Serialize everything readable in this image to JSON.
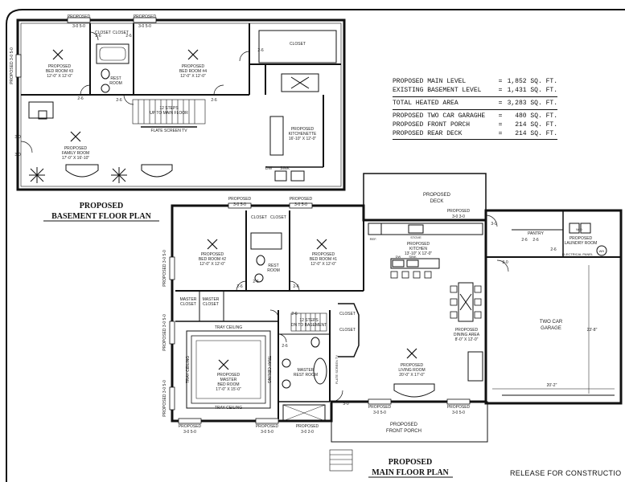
{
  "basement": {
    "title_line1": "PROPOSED",
    "title_line2": "BASEMENT FLOOR PLAN",
    "rooms": {
      "bed3": [
        "PROPOSED",
        "BED ROOM #3",
        "12'-0\" X 12'-0\""
      ],
      "bed4": [
        "PROPOSED",
        "BED ROOM #4",
        "12'-0\" X 12'-0\""
      ],
      "family": [
        "PROPOSED",
        "FAMILY ROOM",
        "17'-0\" X 16'-10\""
      ],
      "kitchenette": [
        "PROPOSED",
        "KITCHENETTE",
        "16'-10\" X 12'-0\""
      ],
      "rest": [
        "REST",
        "ROOM"
      ],
      "stairs": [
        "12 STEPS",
        "UP TO MAIN FLOOR"
      ],
      "closet_a": "CLOSET",
      "closet_b": "CLOSET",
      "closet_big": "CLOSET",
      "flat_tv": "FLATE SCREEN TV",
      "dw": "DW",
      "sink": "SINK"
    },
    "windows": {
      "top1": [
        "PROPOSED",
        "3-0 5-0"
      ],
      "top2": [
        "PROPOSED",
        "3-0 5-0"
      ],
      "left": "PROPOSED 3-0 5-0"
    },
    "doors": {
      "d1": "2-6",
      "d2": "2-6",
      "d3": "2-6",
      "d4": "2-6",
      "d5": "2-6",
      "d6": "2-6",
      "ext1": "3-0",
      "ext2": "3-0"
    }
  },
  "main": {
    "title_line1": "PROPOSED",
    "title_line2": "MAIN FLOOR PLAN",
    "rooms": {
      "deck": [
        "PROPOSED",
        "DECK"
      ],
      "bed1": [
        "PROPOSED",
        "BED ROOM #1",
        "12'-0\" X 12'-0\""
      ],
      "bed2": [
        "PROPOSED",
        "BED ROOM #2",
        "12'-0\" X 12'-0\""
      ],
      "kitchen": [
        "PROPOSED",
        "KITCHEN",
        "13'-10\" X 12'-0\""
      ],
      "dining": [
        "PROPOSED",
        "DINING AREA",
        "8'-0\" X 12'-0\""
      ],
      "living": [
        "PROPOSED",
        "LIVING ROOM",
        "20'-0\" X 17'-0\""
      ],
      "master": [
        "PROPOSED",
        "MASTER",
        "BED ROOM",
        "17'-0\" X 15'-0\""
      ],
      "master_rest": [
        "MASTER",
        "REST ROOM"
      ],
      "rest": [
        "REST",
        "ROOM"
      ],
      "pantry": "PANTRY",
      "laundry": [
        "PROPOSED",
        "LAUNDRY ROOM"
      ],
      "garage": [
        "TWO CAR",
        "GARAGE"
      ],
      "porch": [
        "PROPOSED",
        "FRONT PORCH"
      ],
      "stairs": [
        "12 STEPS",
        "DN TO BASEMENT"
      ],
      "master_closet1": [
        "MASTER",
        "CLOSET"
      ],
      "master_closet2": [
        "MASTER",
        "CLOSET"
      ],
      "closet1": "CLOSET",
      "closet2": "CLOSET",
      "closet3": "CLOSET",
      "closet4": "CLOSET",
      "tray_top": "TRAY CEILING",
      "tray_bottom": "TRAY CEILING",
      "tray_left": "TRAY CEILING",
      "tray_right": "TRAY CEILING",
      "electrical": "ELECTRICAL PANEL",
      "wh": "WH",
      "wd": "W D",
      "stove": "STOVE",
      "dw": "DW",
      "sink": "SINK",
      "ref": "REF.",
      "fireplace": "FLATE SCREEN TV"
    },
    "dims": {
      "garage_w": "20'-2\"",
      "garage_h": "23'-8\""
    },
    "windows": {
      "w1": [
        "PROPOSED",
        "3-0 5-0"
      ],
      "w2": [
        "PROPOSED",
        "3-0 5-0"
      ],
      "w3": [
        "PROPOSED",
        "3-0 5-0"
      ],
      "w4": [
        "PROPOSED",
        "3-0 5-0"
      ],
      "w5": [
        "PROPOSED",
        "3-0 5-0"
      ],
      "w6": [
        "PROPOSED",
        "3-0 5-0"
      ],
      "w7": [
        "PROPOSED",
        "3-0 2-0"
      ],
      "w8": [
        "PROPOSED",
        "3-0 3-0"
      ],
      "left1": "PROPOSED 3-0 5-0",
      "left2": "PROPOSED 3-0 5-0",
      "left3": "PROPOSED 3-0 5-0"
    },
    "doors": {
      "d26": "2-6",
      "d30": "3-0"
    }
  },
  "stats": [
    {
      "label": "PROPOSED MAIN LEVEL",
      "eq": "=",
      "value": "1,852 SQ. FT."
    },
    {
      "label": "EXISTING BASEMENT LEVEL",
      "eq": "=",
      "value": "1,431 SQ. FT."
    },
    {
      "label": "TOTAL HEATED AREA",
      "eq": "=",
      "value": "3,283 SQ. FT."
    },
    {
      "label": "PROPOSED TWO CAR GARAGHE",
      "eq": "=",
      "value": "480 SQ. FT."
    },
    {
      "label": "PROPOSED FRONT PORCH",
      "eq": "=",
      "value": "214 SQ. FT."
    },
    {
      "label": "PROPOSED REAR DECK",
      "eq": "=",
      "value": "214 SQ. FT."
    }
  ],
  "footer": {
    "release": "RELEASE FOR CONSTRUCTIO"
  }
}
